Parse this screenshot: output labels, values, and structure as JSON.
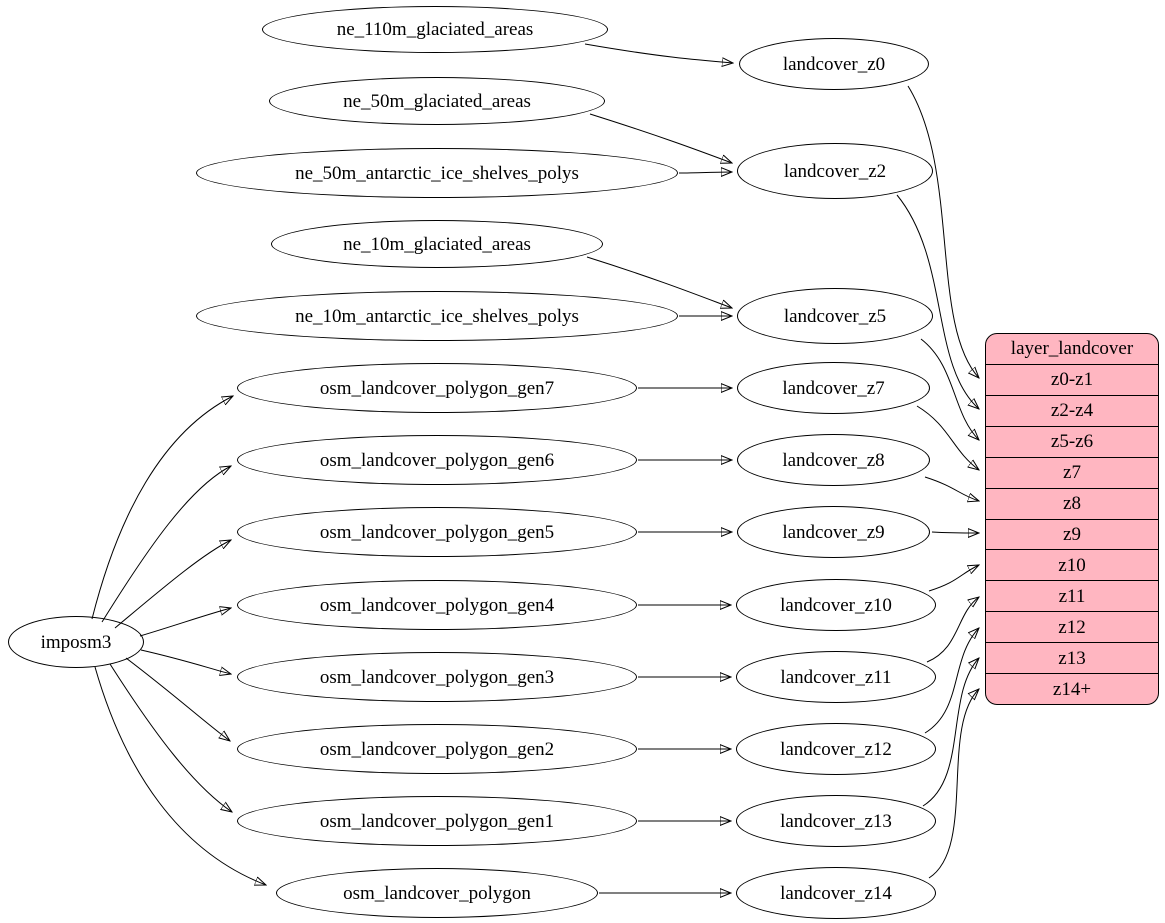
{
  "colors": {
    "background": "#ffffff",
    "node_fill": "#ffffff",
    "node_stroke": "#000000",
    "edge_color": "#000000",
    "record_fill": "#ffb6c1"
  },
  "nodes": {
    "imposm3": "imposm3",
    "ne_110m_glaciated_areas": "ne_110m_glaciated_areas",
    "ne_50m_glaciated_areas": "ne_50m_glaciated_areas",
    "ne_50m_antarctic_ice_shelves_polys": "ne_50m_antarctic_ice_shelves_polys",
    "ne_10m_glaciated_areas": "ne_10m_glaciated_areas",
    "ne_10m_antarctic_ice_shelves_polys": "ne_10m_antarctic_ice_shelves_polys",
    "osm_landcover_polygon_gen7": "osm_landcover_polygon_gen7",
    "osm_landcover_polygon_gen6": "osm_landcover_polygon_gen6",
    "osm_landcover_polygon_gen5": "osm_landcover_polygon_gen5",
    "osm_landcover_polygon_gen4": "osm_landcover_polygon_gen4",
    "osm_landcover_polygon_gen3": "osm_landcover_polygon_gen3",
    "osm_landcover_polygon_gen2": "osm_landcover_polygon_gen2",
    "osm_landcover_polygon_gen1": "osm_landcover_polygon_gen1",
    "osm_landcover_polygon": "osm_landcover_polygon",
    "landcover_z0": "landcover_z0",
    "landcover_z2": "landcover_z2",
    "landcover_z5": "landcover_z5",
    "landcover_z7": "landcover_z7",
    "landcover_z8": "landcover_z8",
    "landcover_z9": "landcover_z9",
    "landcover_z10": "landcover_z10",
    "landcover_z11": "landcover_z11",
    "landcover_z12": "landcover_z12",
    "landcover_z13": "landcover_z13",
    "landcover_z14": "landcover_z14"
  },
  "record": {
    "title": "layer_landcover",
    "rows": [
      "z0-z1",
      "z2-z4",
      "z5-z6",
      "z7",
      "z8",
      "z9",
      "z10",
      "z11",
      "z12",
      "z13",
      "z14+"
    ]
  },
  "edges": [
    {
      "from": "ne_110m_glaciated_areas",
      "to": "landcover_z0"
    },
    {
      "from": "ne_50m_glaciated_areas",
      "to": "landcover_z2"
    },
    {
      "from": "ne_50m_antarctic_ice_shelves_polys",
      "to": "landcover_z2"
    },
    {
      "from": "ne_10m_glaciated_areas",
      "to": "landcover_z5"
    },
    {
      "from": "ne_10m_antarctic_ice_shelves_polys",
      "to": "landcover_z5"
    },
    {
      "from": "osm_landcover_polygon_gen7",
      "to": "landcover_z7"
    },
    {
      "from": "osm_landcover_polygon_gen6",
      "to": "landcover_z8"
    },
    {
      "from": "osm_landcover_polygon_gen5",
      "to": "landcover_z9"
    },
    {
      "from": "osm_landcover_polygon_gen4",
      "to": "landcover_z10"
    },
    {
      "from": "osm_landcover_polygon_gen3",
      "to": "landcover_z11"
    },
    {
      "from": "osm_landcover_polygon_gen2",
      "to": "landcover_z12"
    },
    {
      "from": "osm_landcover_polygon_gen1",
      "to": "landcover_z13"
    },
    {
      "from": "osm_landcover_polygon",
      "to": "landcover_z14"
    },
    {
      "from": "imposm3",
      "to": "osm_landcover_polygon_gen7"
    },
    {
      "from": "imposm3",
      "to": "osm_landcover_polygon_gen6"
    },
    {
      "from": "imposm3",
      "to": "osm_landcover_polygon_gen5"
    },
    {
      "from": "imposm3",
      "to": "osm_landcover_polygon_gen4"
    },
    {
      "from": "imposm3",
      "to": "osm_landcover_polygon_gen3"
    },
    {
      "from": "imposm3",
      "to": "osm_landcover_polygon_gen2"
    },
    {
      "from": "imposm3",
      "to": "osm_landcover_polygon_gen1"
    },
    {
      "from": "imposm3",
      "to": "osm_landcover_polygon"
    },
    {
      "from": "landcover_z0",
      "to": "layer_landcover:z0-z1"
    },
    {
      "from": "landcover_z2",
      "to": "layer_landcover:z2-z4"
    },
    {
      "from": "landcover_z5",
      "to": "layer_landcover:z5-z6"
    },
    {
      "from": "landcover_z7",
      "to": "layer_landcover:z7"
    },
    {
      "from": "landcover_z8",
      "to": "layer_landcover:z8"
    },
    {
      "from": "landcover_z9",
      "to": "layer_landcover:z9"
    },
    {
      "from": "landcover_z10",
      "to": "layer_landcover:z10"
    },
    {
      "from": "landcover_z11",
      "to": "layer_landcover:z11"
    },
    {
      "from": "landcover_z12",
      "to": "layer_landcover:z12"
    },
    {
      "from": "landcover_z13",
      "to": "layer_landcover:z13"
    },
    {
      "from": "landcover_z14",
      "to": "layer_landcover:z14+"
    }
  ]
}
